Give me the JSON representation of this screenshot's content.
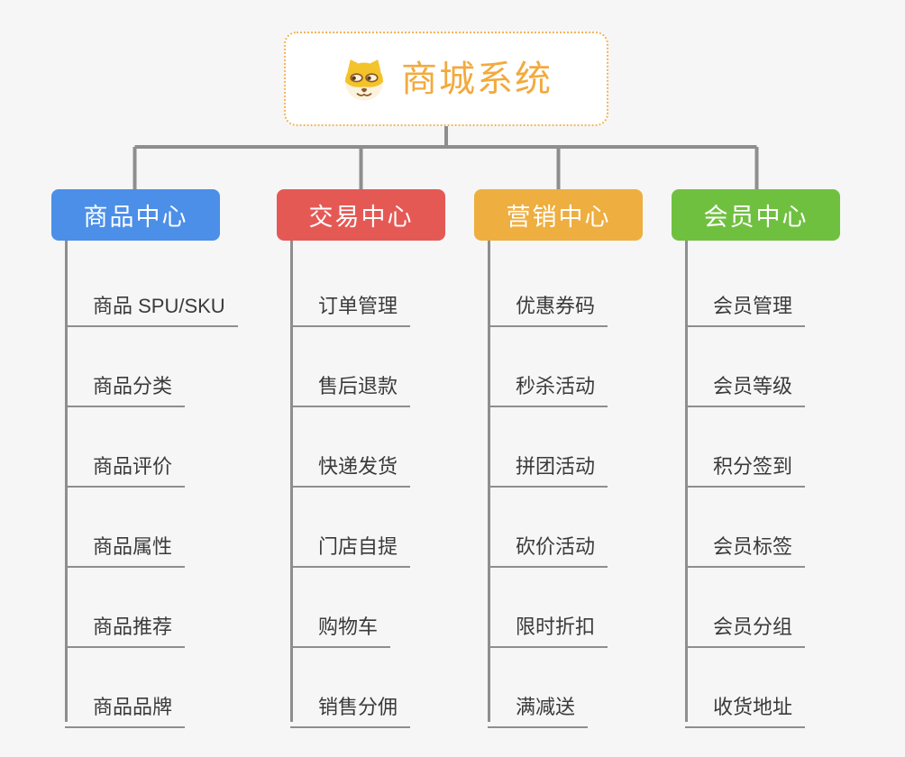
{
  "root": {
    "title": "商城系统",
    "icon": "dog-face-icon",
    "title_color": "#f2aa3d",
    "border_color": "#f2b45c"
  },
  "connector_color": "#8e8e8e",
  "branches": [
    {
      "label": "商品中心",
      "color": "#4b8fe8",
      "items": [
        "商品 SPU/SKU",
        "商品分类",
        "商品评价",
        "商品属性",
        "商品推荐",
        "商品品牌"
      ]
    },
    {
      "label": "交易中心",
      "color": "#e55955",
      "items": [
        "订单管理",
        "售后退款",
        "快递发货",
        "门店自提",
        "购物车",
        "销售分佣"
      ]
    },
    {
      "label": "营销中心",
      "color": "#eeae40",
      "items": [
        "优惠券码",
        "秒杀活动",
        "拼团活动",
        "砍价活动",
        "限时折扣",
        "满减送"
      ]
    },
    {
      "label": "会员中心",
      "color": "#70c040",
      "items": [
        "会员管理",
        "会员等级",
        "积分签到",
        "会员标签",
        "会员分组",
        "收货地址"
      ]
    }
  ]
}
